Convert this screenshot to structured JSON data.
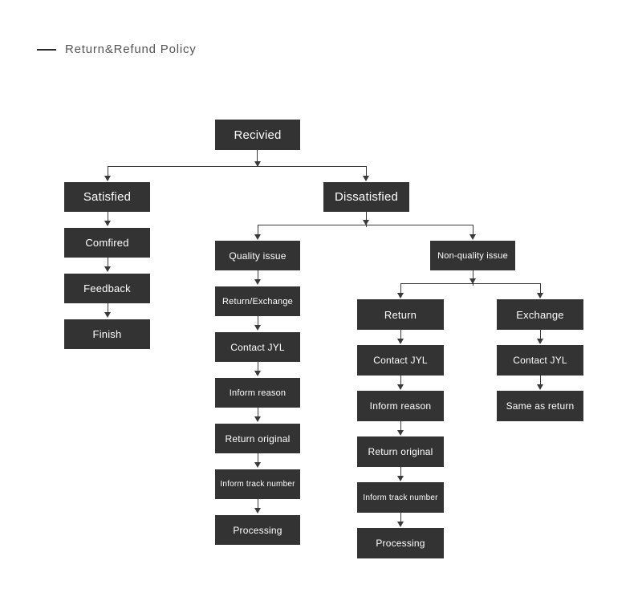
{
  "header": {
    "dash_icon": "horizontal-dash-icon",
    "title": "Return&Refund Policy"
  },
  "diagram": {
    "type": "flowchart",
    "node_fill": "#333333",
    "node_text_color": "#ffffff",
    "connector_color": "#3a3a3a",
    "background": "#ffffff",
    "nodes": {
      "received": "Recivied",
      "satisfied": "Satisfied",
      "dissatisfied": "Dissatisfied",
      "confirmed": "Comfired",
      "feedback": "Feedback",
      "finish": "Finish",
      "quality_issue": "Quality issue",
      "return_exchange": "Return/Exchange",
      "q_contact": "Contact JYL",
      "q_inform_reason": "Inform reason",
      "q_return_original": "Return original",
      "q_inform_track": "Inform track number",
      "q_processing": "Processing",
      "non_quality_issue": "Non-quality issue",
      "return": "Return",
      "r_contact": "Contact JYL",
      "r_inform_reason": "Inform reason",
      "r_return_original": "Return original",
      "r_inform_track": "Inform track number",
      "r_processing": "Processing",
      "exchange": "Exchange",
      "e_contact": "Contact JYL",
      "e_same_as_return": "Same as return"
    }
  }
}
